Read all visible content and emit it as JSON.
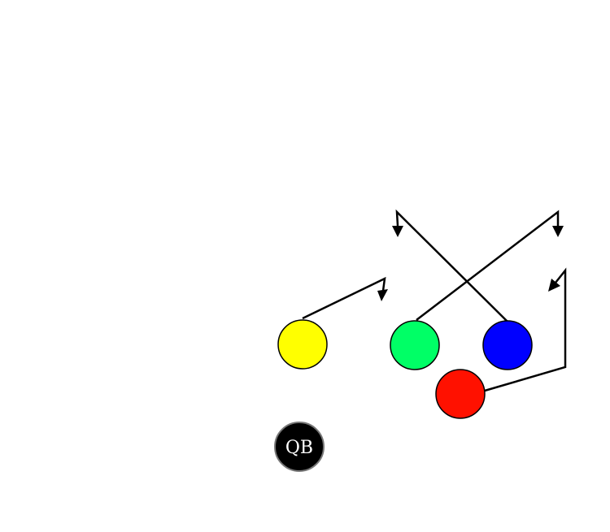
{
  "diagram": {
    "players": [
      {
        "id": "yellow",
        "color": "#ffff00",
        "label": ""
      },
      {
        "id": "green",
        "color": "#00ff66",
        "label": ""
      },
      {
        "id": "blue",
        "color": "#0000ff",
        "label": ""
      },
      {
        "id": "red",
        "color": "#ff1100",
        "label": ""
      },
      {
        "id": "qb",
        "color": "#000000",
        "label": "QB"
      }
    ],
    "route_color": "#000000"
  }
}
